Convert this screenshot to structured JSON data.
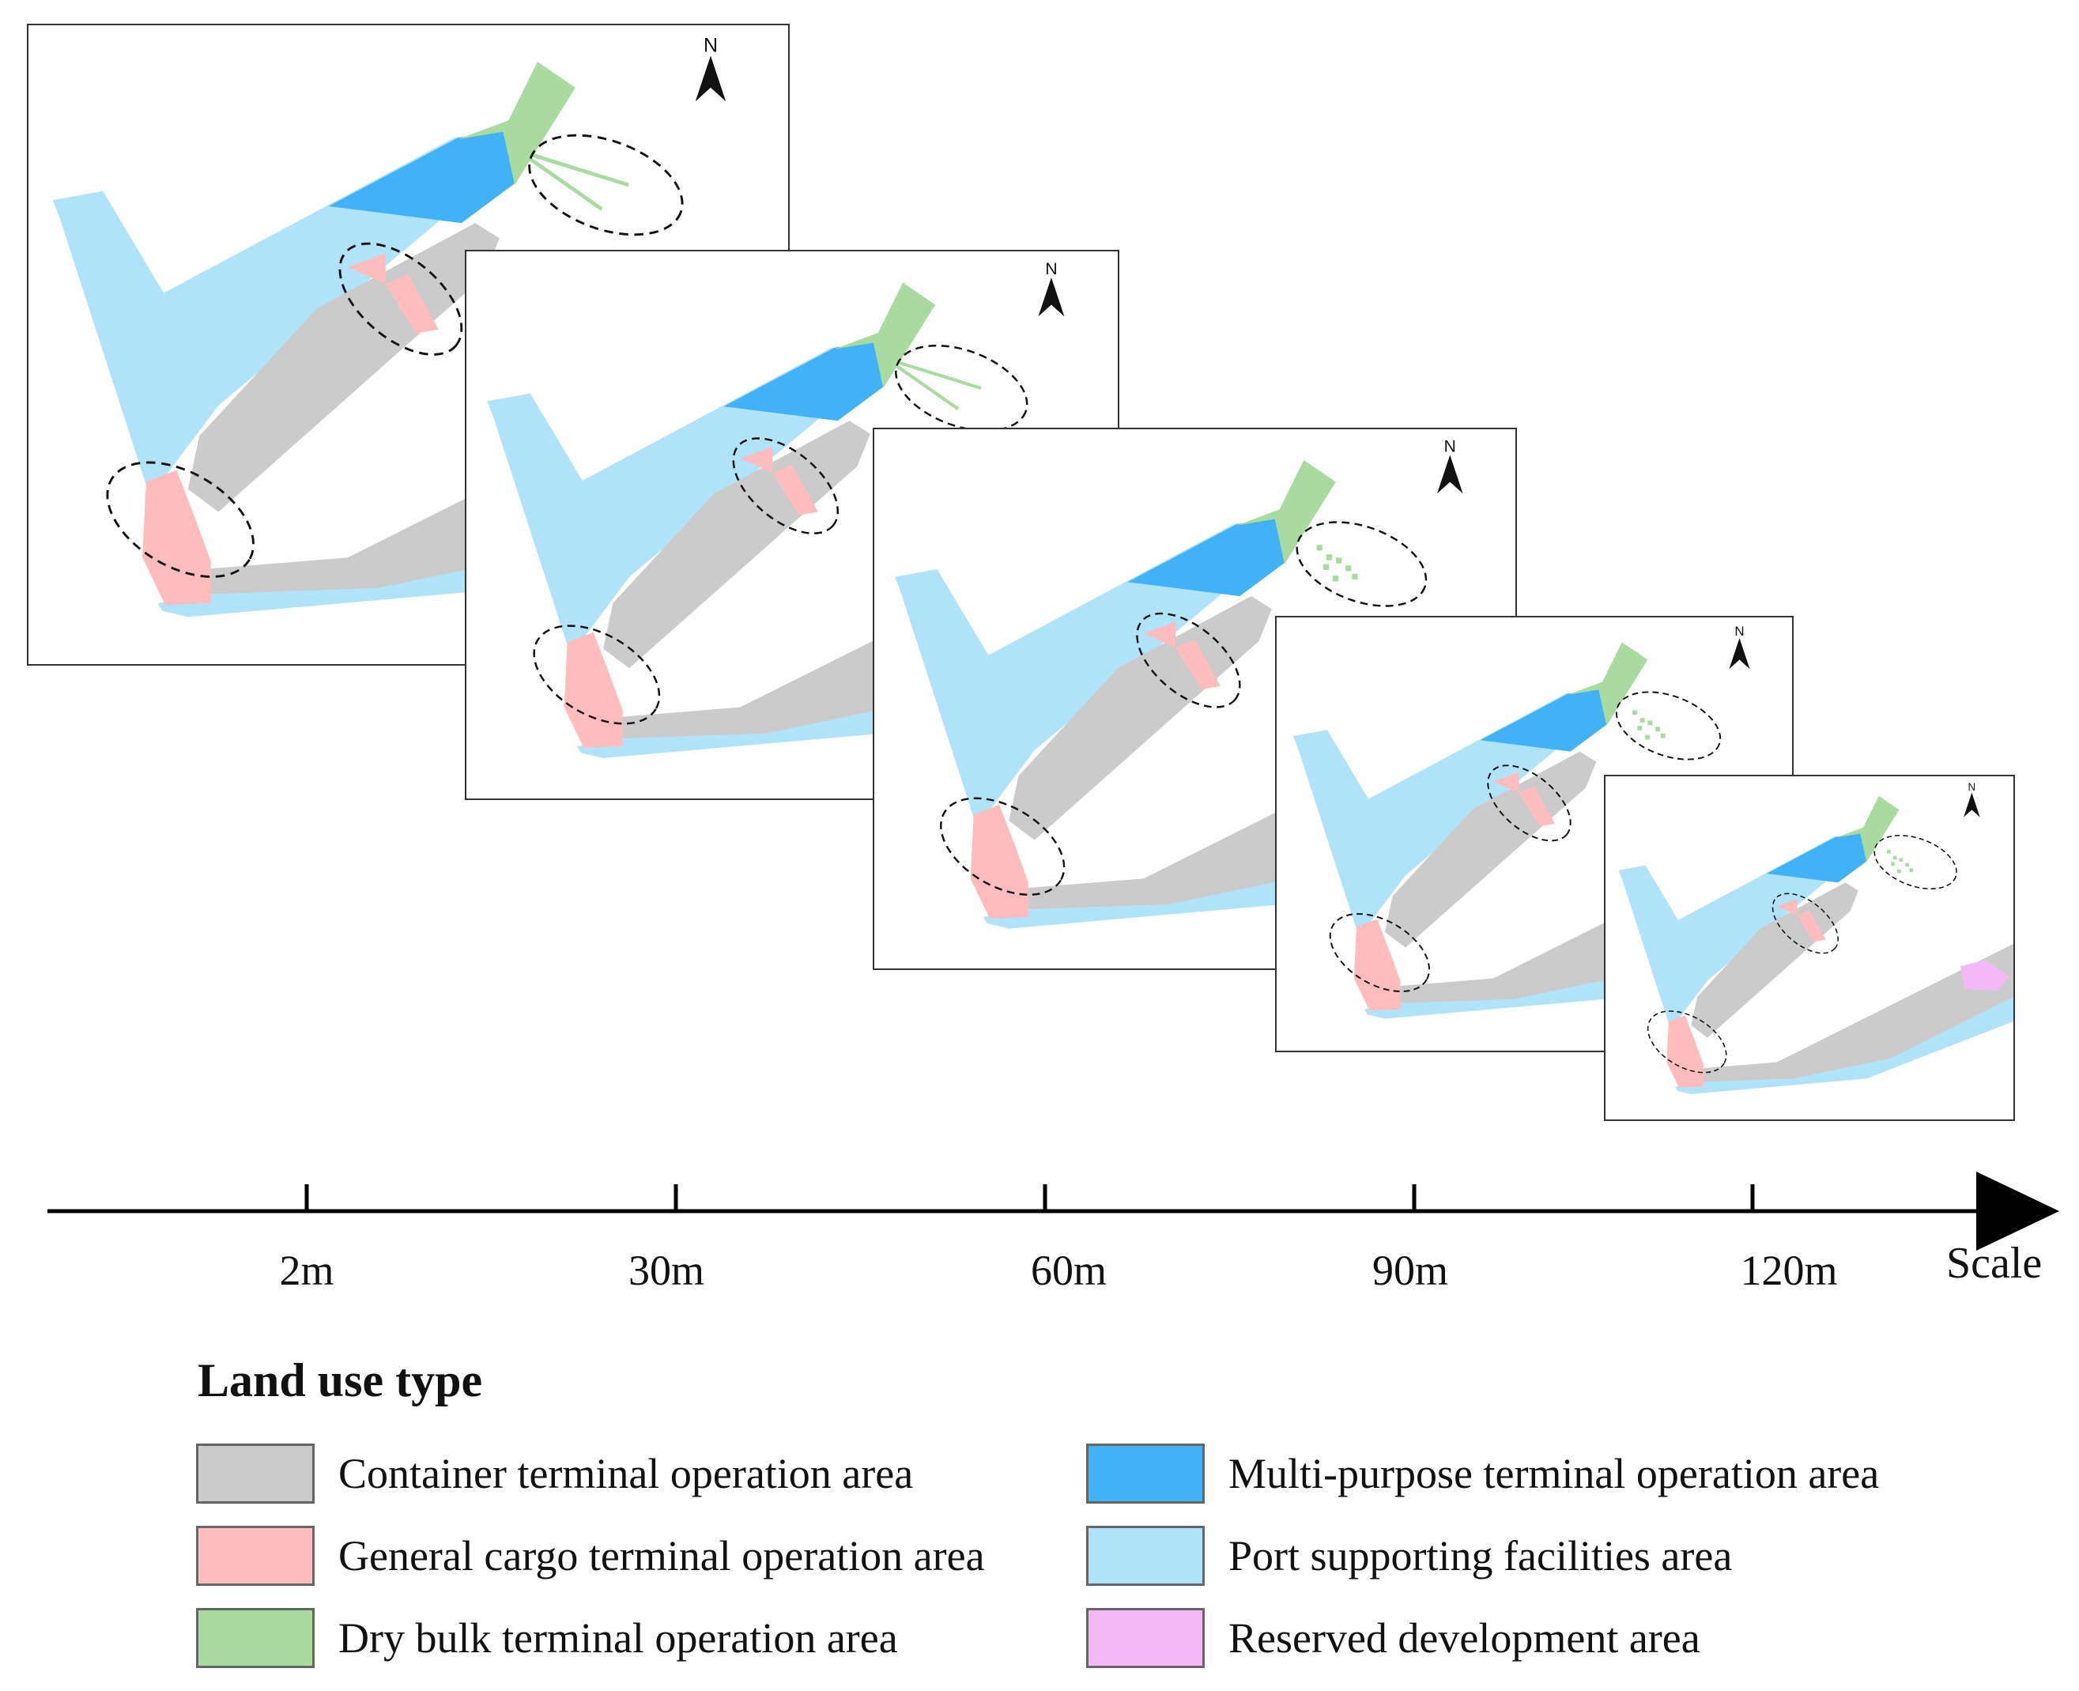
{
  "axis": {
    "title": "Scale",
    "ticks": [
      "2m",
      "30m",
      "60m",
      "90m",
      "120m"
    ]
  },
  "north_label": "N",
  "legend": {
    "title": "Land use type",
    "items": [
      {
        "label": "Container terminal operation area",
        "color": "#cbcbcb"
      },
      {
        "label": "General cargo terminal operation area",
        "color": "#ffbcbc"
      },
      {
        "label": "Dry bulk terminal operation area",
        "color": "#a9dba0"
      },
      {
        "label": "Multi-purpose terminal operation area",
        "color": "#42b2f7"
      },
      {
        "label": "Port supporting facilities area",
        "color": "#b0e3fa"
      },
      {
        "label": "Reserved development area",
        "color": "#f3b9f6"
      }
    ]
  }
}
